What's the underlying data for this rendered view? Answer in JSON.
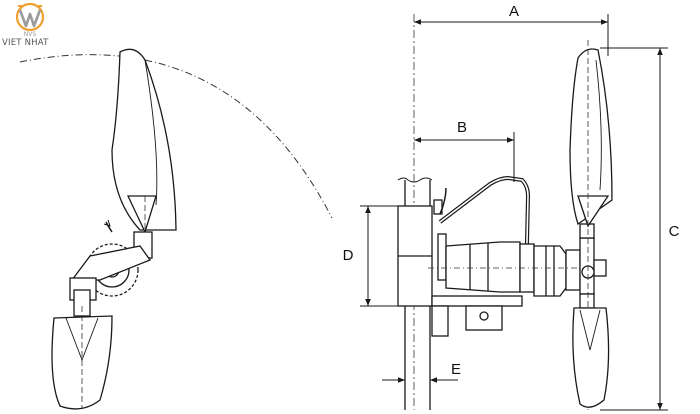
{
  "brand": {
    "logo_text": "VIET NHAT",
    "logo_mark_text": "NVS",
    "colors": {
      "mark_orange": "#f0a030",
      "mark_gray": "#9a9a9a",
      "line": "#1a1a1a"
    }
  },
  "dimensions": {
    "A": "A",
    "B": "B",
    "C": "C",
    "D": "D",
    "E": "E"
  }
}
